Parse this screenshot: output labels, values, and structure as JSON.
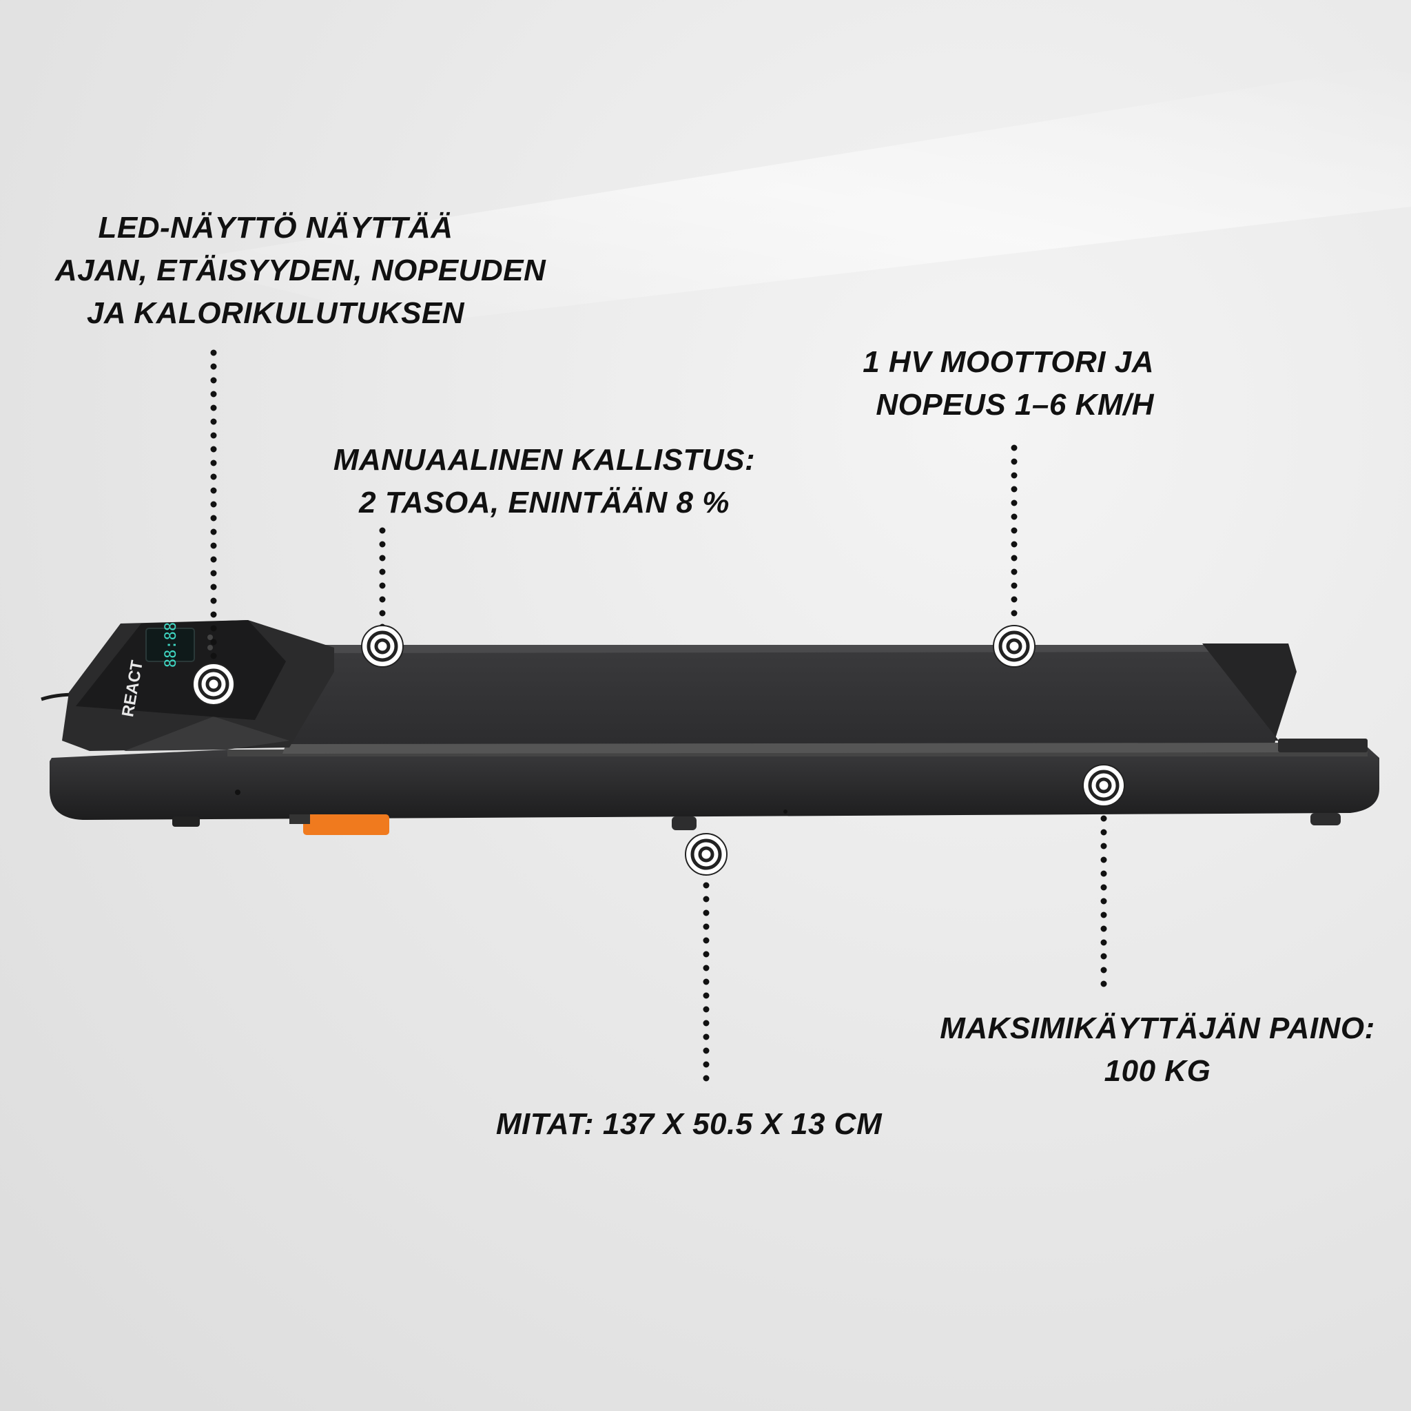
{
  "product": {
    "brand": "REACT",
    "display_digits": "88:88",
    "colors": {
      "body": "#2a2a2b",
      "belt": "#3a3a3c",
      "accent_orange": "#f07a1e",
      "display_led": "#3fd6c2"
    }
  },
  "callouts": {
    "display": {
      "lines": [
        "LED-NÄYTTÖ NÄYTTÄÄ",
        "AJAN, ETÄISYYDEN, NOPEUDEN",
        "JA KALORIKULUTUKSEN"
      ]
    },
    "incline": {
      "lines": [
        "MANUAALINEN KALLISTUS:",
        "2 TASOA, ENINTÄÄN 8 %"
      ]
    },
    "motor": {
      "lines": [
        "1 HV MOOTTORI JA",
        "NOPEUS 1–6 KM/H"
      ]
    },
    "dimensions": {
      "lines": [
        "MITAT: 137 X 50.5 X 13 CM"
      ]
    },
    "max_weight": {
      "lines": [
        "MAKSIMIKÄYTTÄJÄN PAINO:",
        "100 KG"
      ]
    }
  }
}
